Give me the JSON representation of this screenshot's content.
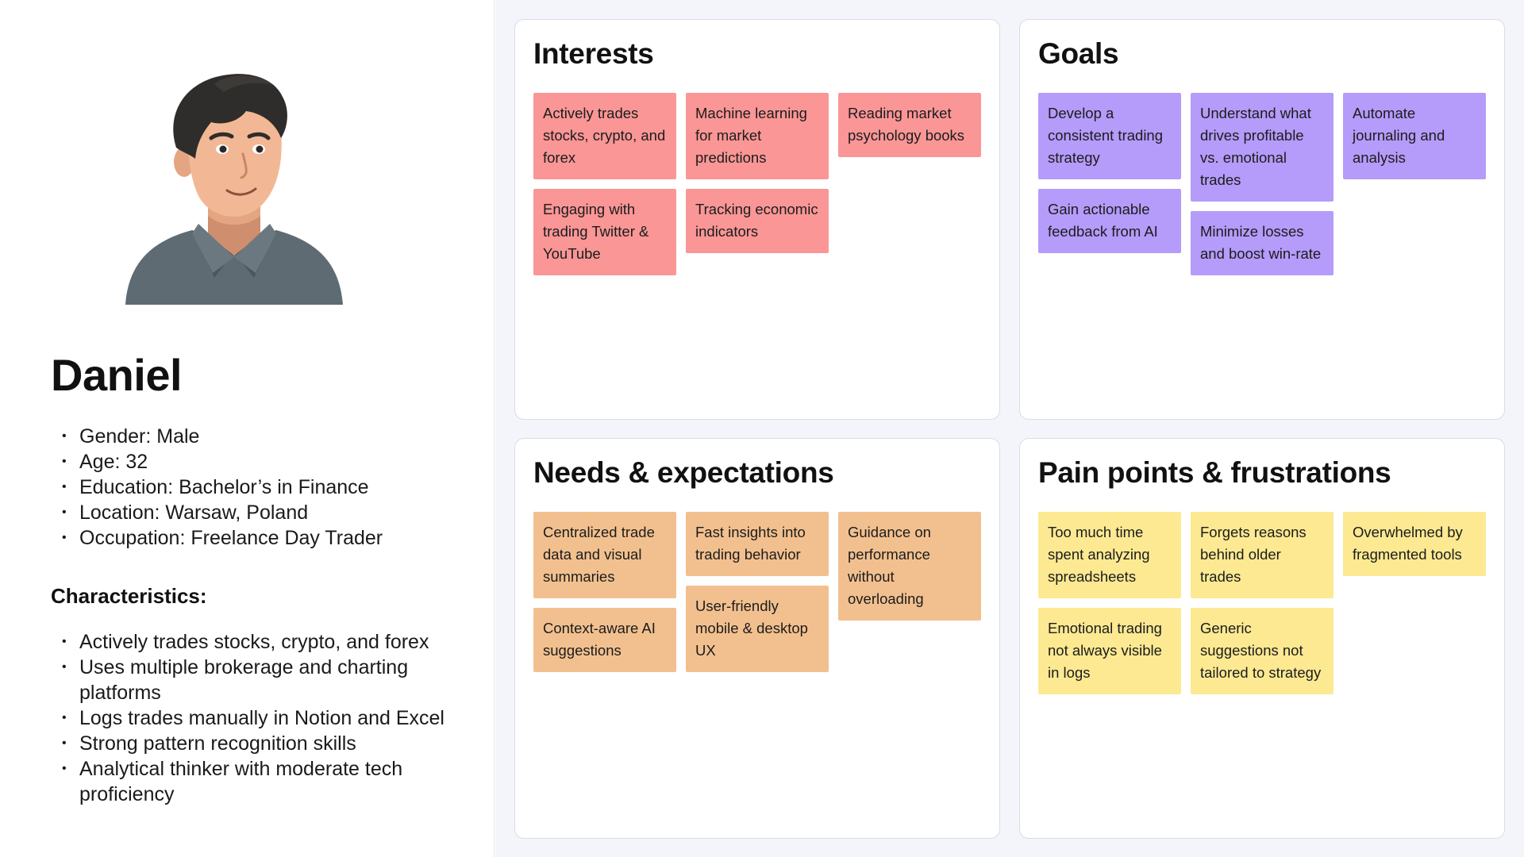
{
  "persona": {
    "name": "Daniel",
    "demographics": [
      "Gender: Male",
      "Age: 32",
      "Education: Bachelor’s in Finance",
      "Location: Warsaw, Poland",
      "Occupation: Freelance Day Trader"
    ],
    "characteristics_heading": "Characteristics:",
    "characteristics": [
      "Actively trades stocks, crypto, and forex",
      "Uses multiple brokerage and charting platforms",
      "Logs trades manually in Notion and Excel",
      "Strong pattern recognition skills",
      "Analytical thinker with moderate tech proficiency"
    ]
  },
  "cards": {
    "interests": {
      "title": "Interests",
      "notes": [
        "Actively trades stocks, crypto, and forex",
        "Engaging with trading Twitter & YouTube",
        "Machine learning for market predictions",
        "Tracking economic indicators",
        "Reading market psychology books"
      ]
    },
    "goals": {
      "title": "Goals",
      "notes": [
        "Develop a consistent trading strategy",
        "Gain actionable feedback from AI",
        "Understand what drives profitable vs. emotional trades",
        "Minimize losses and boost win-rate",
        "Automate journaling and analysis"
      ]
    },
    "needs": {
      "title": "Needs & expectations",
      "notes": [
        "Centralized trade data and visual summaries",
        "Context-aware AI suggestions",
        "Fast insights into trading behavior",
        "User-friendly mobile & desktop UX",
        "Guidance on performance without overloading"
      ]
    },
    "pains": {
      "title": "Pain points & frustrations",
      "notes": [
        "Too much time spent analyzing spreadsheets",
        "Emotional trading not always visible in logs",
        "Forgets reasons behind older trades",
        "Generic suggestions not tailored to strategy",
        "Overwhelmed by fragmented tools"
      ]
    }
  },
  "colors": {
    "interests_note": "#fa9696",
    "goals_note": "#b59bfa",
    "needs_note": "#f2c08f",
    "pains_note": "#fce992"
  }
}
